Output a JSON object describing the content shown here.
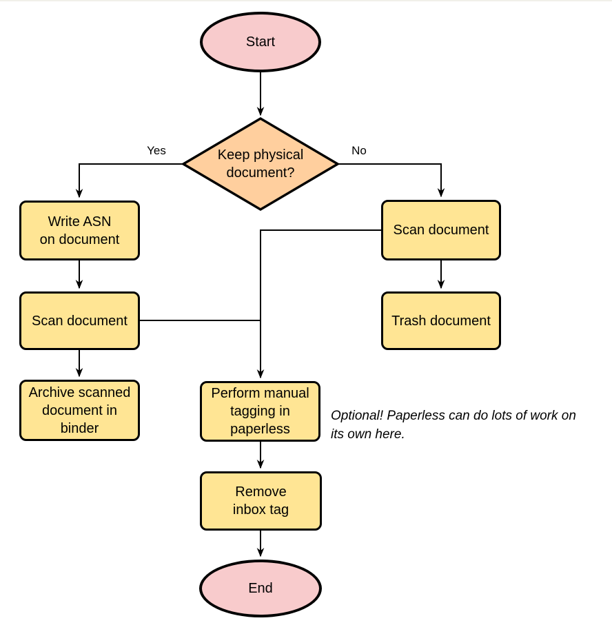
{
  "colors": {
    "background": "#ffffff",
    "terminal_fill": "#f8cbcc",
    "decision_fill": "#ffcf9e",
    "process_fill": "#ffe594",
    "stroke": "#000000",
    "text": "#000000",
    "bottom_divider": "#f1f0e9"
  },
  "flowchart": {
    "nodes": {
      "start": {
        "type": "terminal",
        "lines": [
          "Start"
        ]
      },
      "decision": {
        "type": "decision",
        "lines": [
          "Keep physical",
          "document?"
        ]
      },
      "write_asn": {
        "type": "process",
        "lines": [
          "Write ASN",
          "on document"
        ]
      },
      "scan_left": {
        "type": "process",
        "lines": [
          "Scan document"
        ]
      },
      "archive": {
        "type": "process",
        "lines": [
          "Archive scanned",
          "document in",
          "binder"
        ]
      },
      "scan_right": {
        "type": "process",
        "lines": [
          "Scan document"
        ]
      },
      "trash": {
        "type": "process",
        "lines": [
          "Trash document"
        ]
      },
      "perform_tagging": {
        "type": "process",
        "lines": [
          "Perform manual",
          "tagging in",
          "paperless"
        ]
      },
      "remove_inbox": {
        "type": "process",
        "lines": [
          "Remove",
          "inbox tag"
        ]
      },
      "end": {
        "type": "terminal",
        "lines": [
          "End"
        ]
      }
    },
    "edge_labels": {
      "yes": "Yes",
      "no": "No"
    },
    "note": {
      "lines": [
        "Optional! Paperless can do lots of work on",
        "its own here."
      ]
    }
  }
}
